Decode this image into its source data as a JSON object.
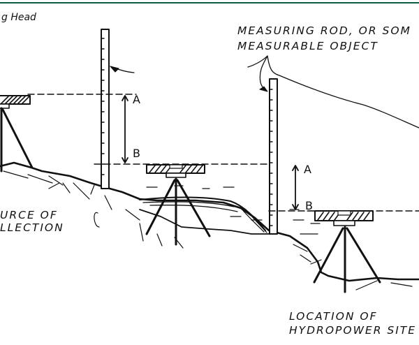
{
  "header": {
    "caption": "g Head",
    "rule_color": "#0a5c45"
  },
  "labels": {
    "rod_label_line1": "MEASURING ROD, OR SOM",
    "rod_label_line2": "MEASURABLE OBJECT",
    "source_line1": "URCE OF",
    "source_line2": "LLECTION",
    "site_line1": "LOCATION OF",
    "site_line2": "HYDROPOWER SITE"
  },
  "markers": {
    "left_a": "A",
    "left_b": "B",
    "right_a": "A",
    "right_b": "B"
  },
  "colors": {
    "ink": "#111111",
    "background": "#ffffff"
  }
}
